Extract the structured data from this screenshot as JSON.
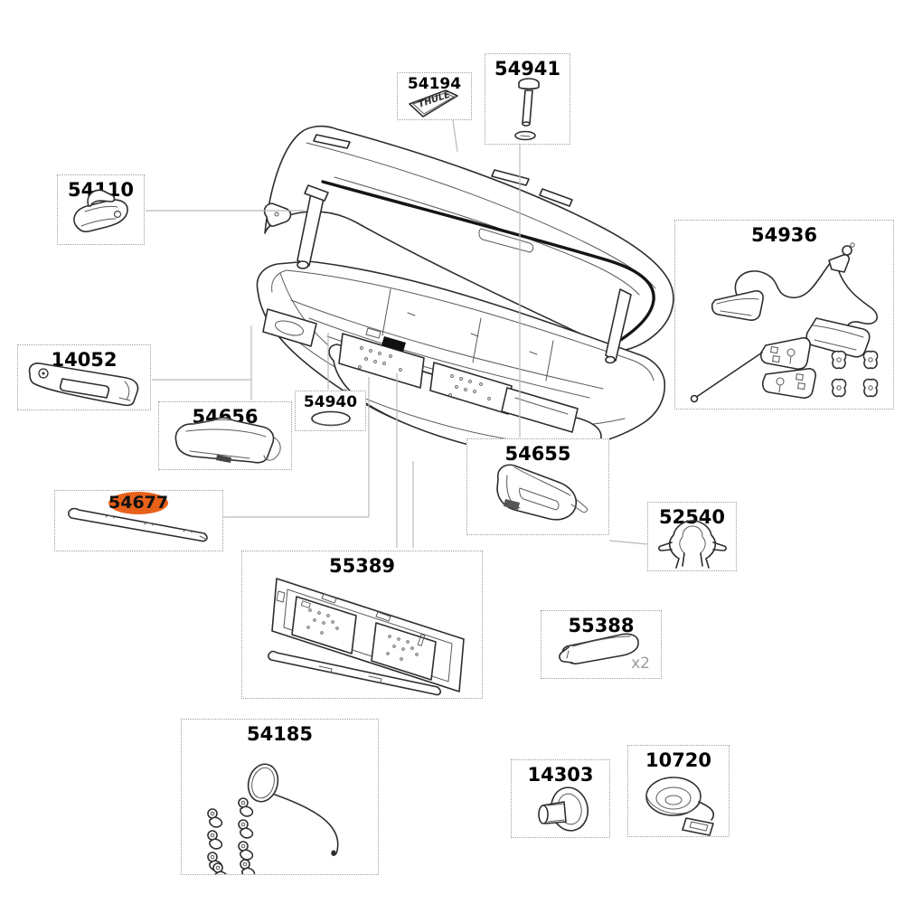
{
  "diagram": {
    "name": "roof-box-exploded-parts-diagram",
    "logo_text": "THULE",
    "background_color": "#ffffff",
    "line_color": "#2d2d2d",
    "connector_color": "#b9b9b9",
    "box_border_color": "#9c9c9c",
    "highlight_color": "#e8611a",
    "highlighted_part": "54677"
  },
  "parts": {
    "54194": {
      "label": "54194",
      "icon": "thule-logo-sticker"
    },
    "54941": {
      "label": "54941",
      "icon": "bolt-and-washer"
    },
    "54110": {
      "label": "54110",
      "icon": "lid-hook"
    },
    "54936": {
      "label": "54936",
      "icon": "light-kit-harness"
    },
    "14052": {
      "label": "14052",
      "icon": "handle-lock-panel"
    },
    "54656": {
      "label": "54656",
      "icon": "lock-cover-left"
    },
    "54940": {
      "label": "54940",
      "icon": "oval-cap"
    },
    "54655": {
      "label": "54655",
      "icon": "lock-cover-right"
    },
    "52540": {
      "label": "52540",
      "icon": "cable-clip"
    },
    "54677": {
      "label": "54677",
      "icon": "trim-strip",
      "highlighted": true
    },
    "55389": {
      "label": "55389",
      "icon": "license-plate-holder"
    },
    "55388": {
      "label": "55388",
      "icon": "rubber-pad",
      "quantity": "x2"
    },
    "54185": {
      "label": "54185",
      "icon": "clips-and-cord-kit"
    },
    "14303": {
      "label": "14303",
      "icon": "round-knob"
    },
    "10720": {
      "label": "10720",
      "icon": "strap-with-buckle"
    }
  }
}
